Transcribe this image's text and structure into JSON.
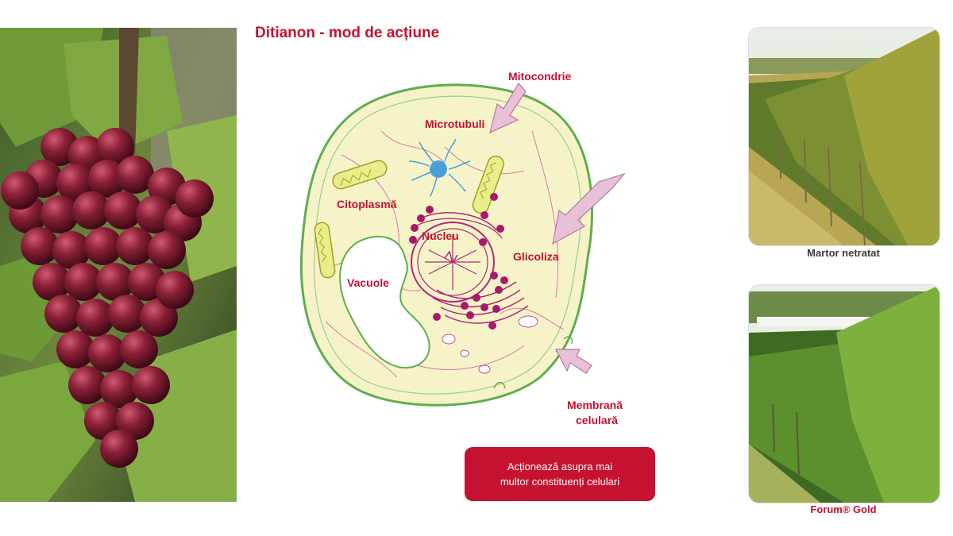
{
  "title": "Ditianon - mod de acțiune",
  "labels": {
    "mitocondrie": "Mitocondrie",
    "microtubuli": "Microtubuli",
    "citoplasma": "Citoplasmă",
    "nucleu": "Nucleu",
    "glicoliza": "Glicoliza",
    "vacuole": "Vacuole",
    "membrana_line1": "Membrană",
    "membrana_line2": "celulară"
  },
  "action_box": {
    "line1": "Acționează asupra mai",
    "line2": "multor constituenți celulari"
  },
  "photos": {
    "untreated_caption": "Martor netratat",
    "treated_caption": "Forum® Gold"
  },
  "colors": {
    "accent": "#c41230",
    "arrow_fill": "#e8c0d8",
    "cell_fill": "#f6f3c9",
    "membrane": "#5fae4e",
    "organelle": "#a61a6a"
  }
}
